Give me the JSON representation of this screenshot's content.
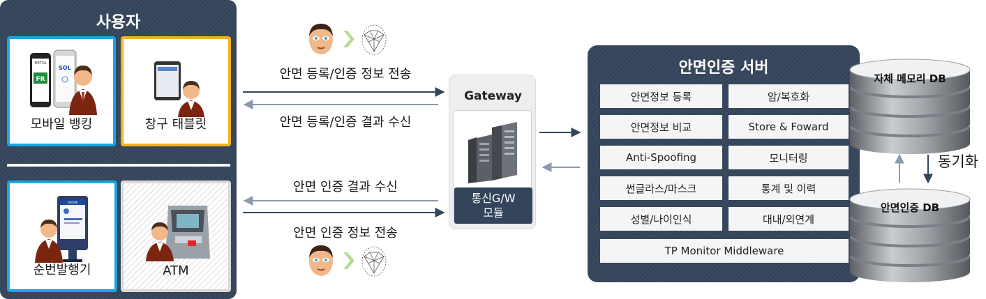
{
  "user_panel": {
    "title": "사용자",
    "devices": [
      {
        "label": "모바일 뱅킹"
      },
      {
        "label": "창구 태블릿"
      },
      {
        "label": "순번발행기"
      },
      {
        "label": "ATM"
      }
    ],
    "phone_screen_texts": [
      "METSA",
      "FR",
      "SOL"
    ],
    "kiosk_screen_text": "신한은행"
  },
  "flows": {
    "register_send": "안면 등록/인증 정보 전송",
    "register_receive": "안면 등록/인증 결과 수신",
    "auth_receive": "안면 인증 결과 수신",
    "auth_send": "안면 인증 정보 전송"
  },
  "gateway": {
    "title": "Gateway",
    "module_line1": "통신G/W",
    "module_line2": "모듈"
  },
  "server": {
    "title": "안면인증 서버",
    "functions": [
      "안면정보 등록",
      "암/복호화",
      "안면정보 비교",
      "Store & Foward",
      "Anti-Spoofing",
      "모니터링",
      "썬글라스/마스크",
      "통계 및 이력",
      "성별/나이인식",
      "대내/외연계"
    ],
    "middleware": "TP Monitor Middleware"
  },
  "databases": {
    "memory_db": "자체 메모리 DB",
    "face_db": "안면인증 DB",
    "sync_label": "동기화"
  },
  "colors": {
    "panel": "#34445a",
    "blue_border": "#1aa6e3",
    "yellow_border": "#f2b21b",
    "arrow_dark": "#34445a",
    "arrow_light": "#8a9bb0",
    "face_arrow": "#b6dd95"
  }
}
